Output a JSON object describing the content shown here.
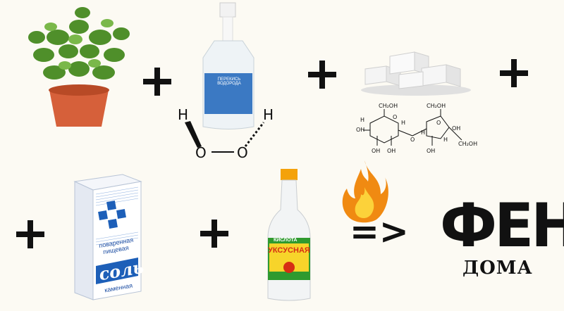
{
  "peroxide": {
    "label": "ПЕРЕКИСЬ ВОДОРОДА"
  },
  "formula": {
    "h_left": "H",
    "h_right": "H",
    "o_left": "O",
    "o_right": "O"
  },
  "sucrose": {
    "ch2oh_1": "CH₂OH",
    "ch2oh_2": "CH₂OH",
    "ch2oh_3": "CH₂OH",
    "h": "H",
    "oh": "OH",
    "o": "O"
  },
  "salt": {
    "line1": "поваренная",
    "line2": "пищевая",
    "brand": "соль",
    "line3": "каменная"
  },
  "vinegar": {
    "top": "КИСЛОТА",
    "brand": "УКСУСНАЯ"
  },
  "result": {
    "arrow": "=>",
    "title": "ФЕН",
    "subtitle": "ДОМА"
  },
  "colors": {
    "salt_blue": "#1d5fb8",
    "flame": "#f08a12",
    "pot": "#d6603a"
  }
}
